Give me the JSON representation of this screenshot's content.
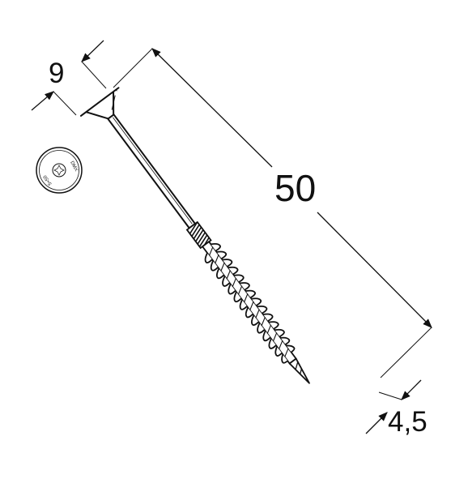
{
  "diagram": {
    "line_color": "#111111",
    "background": "#ffffff",
    "dimensions": {
      "head_diameter": "9",
      "length": "50",
      "thread_diameter": "4,5"
    },
    "head_stamp": {
      "brand": "DMX",
      "code": "5×50"
    }
  }
}
